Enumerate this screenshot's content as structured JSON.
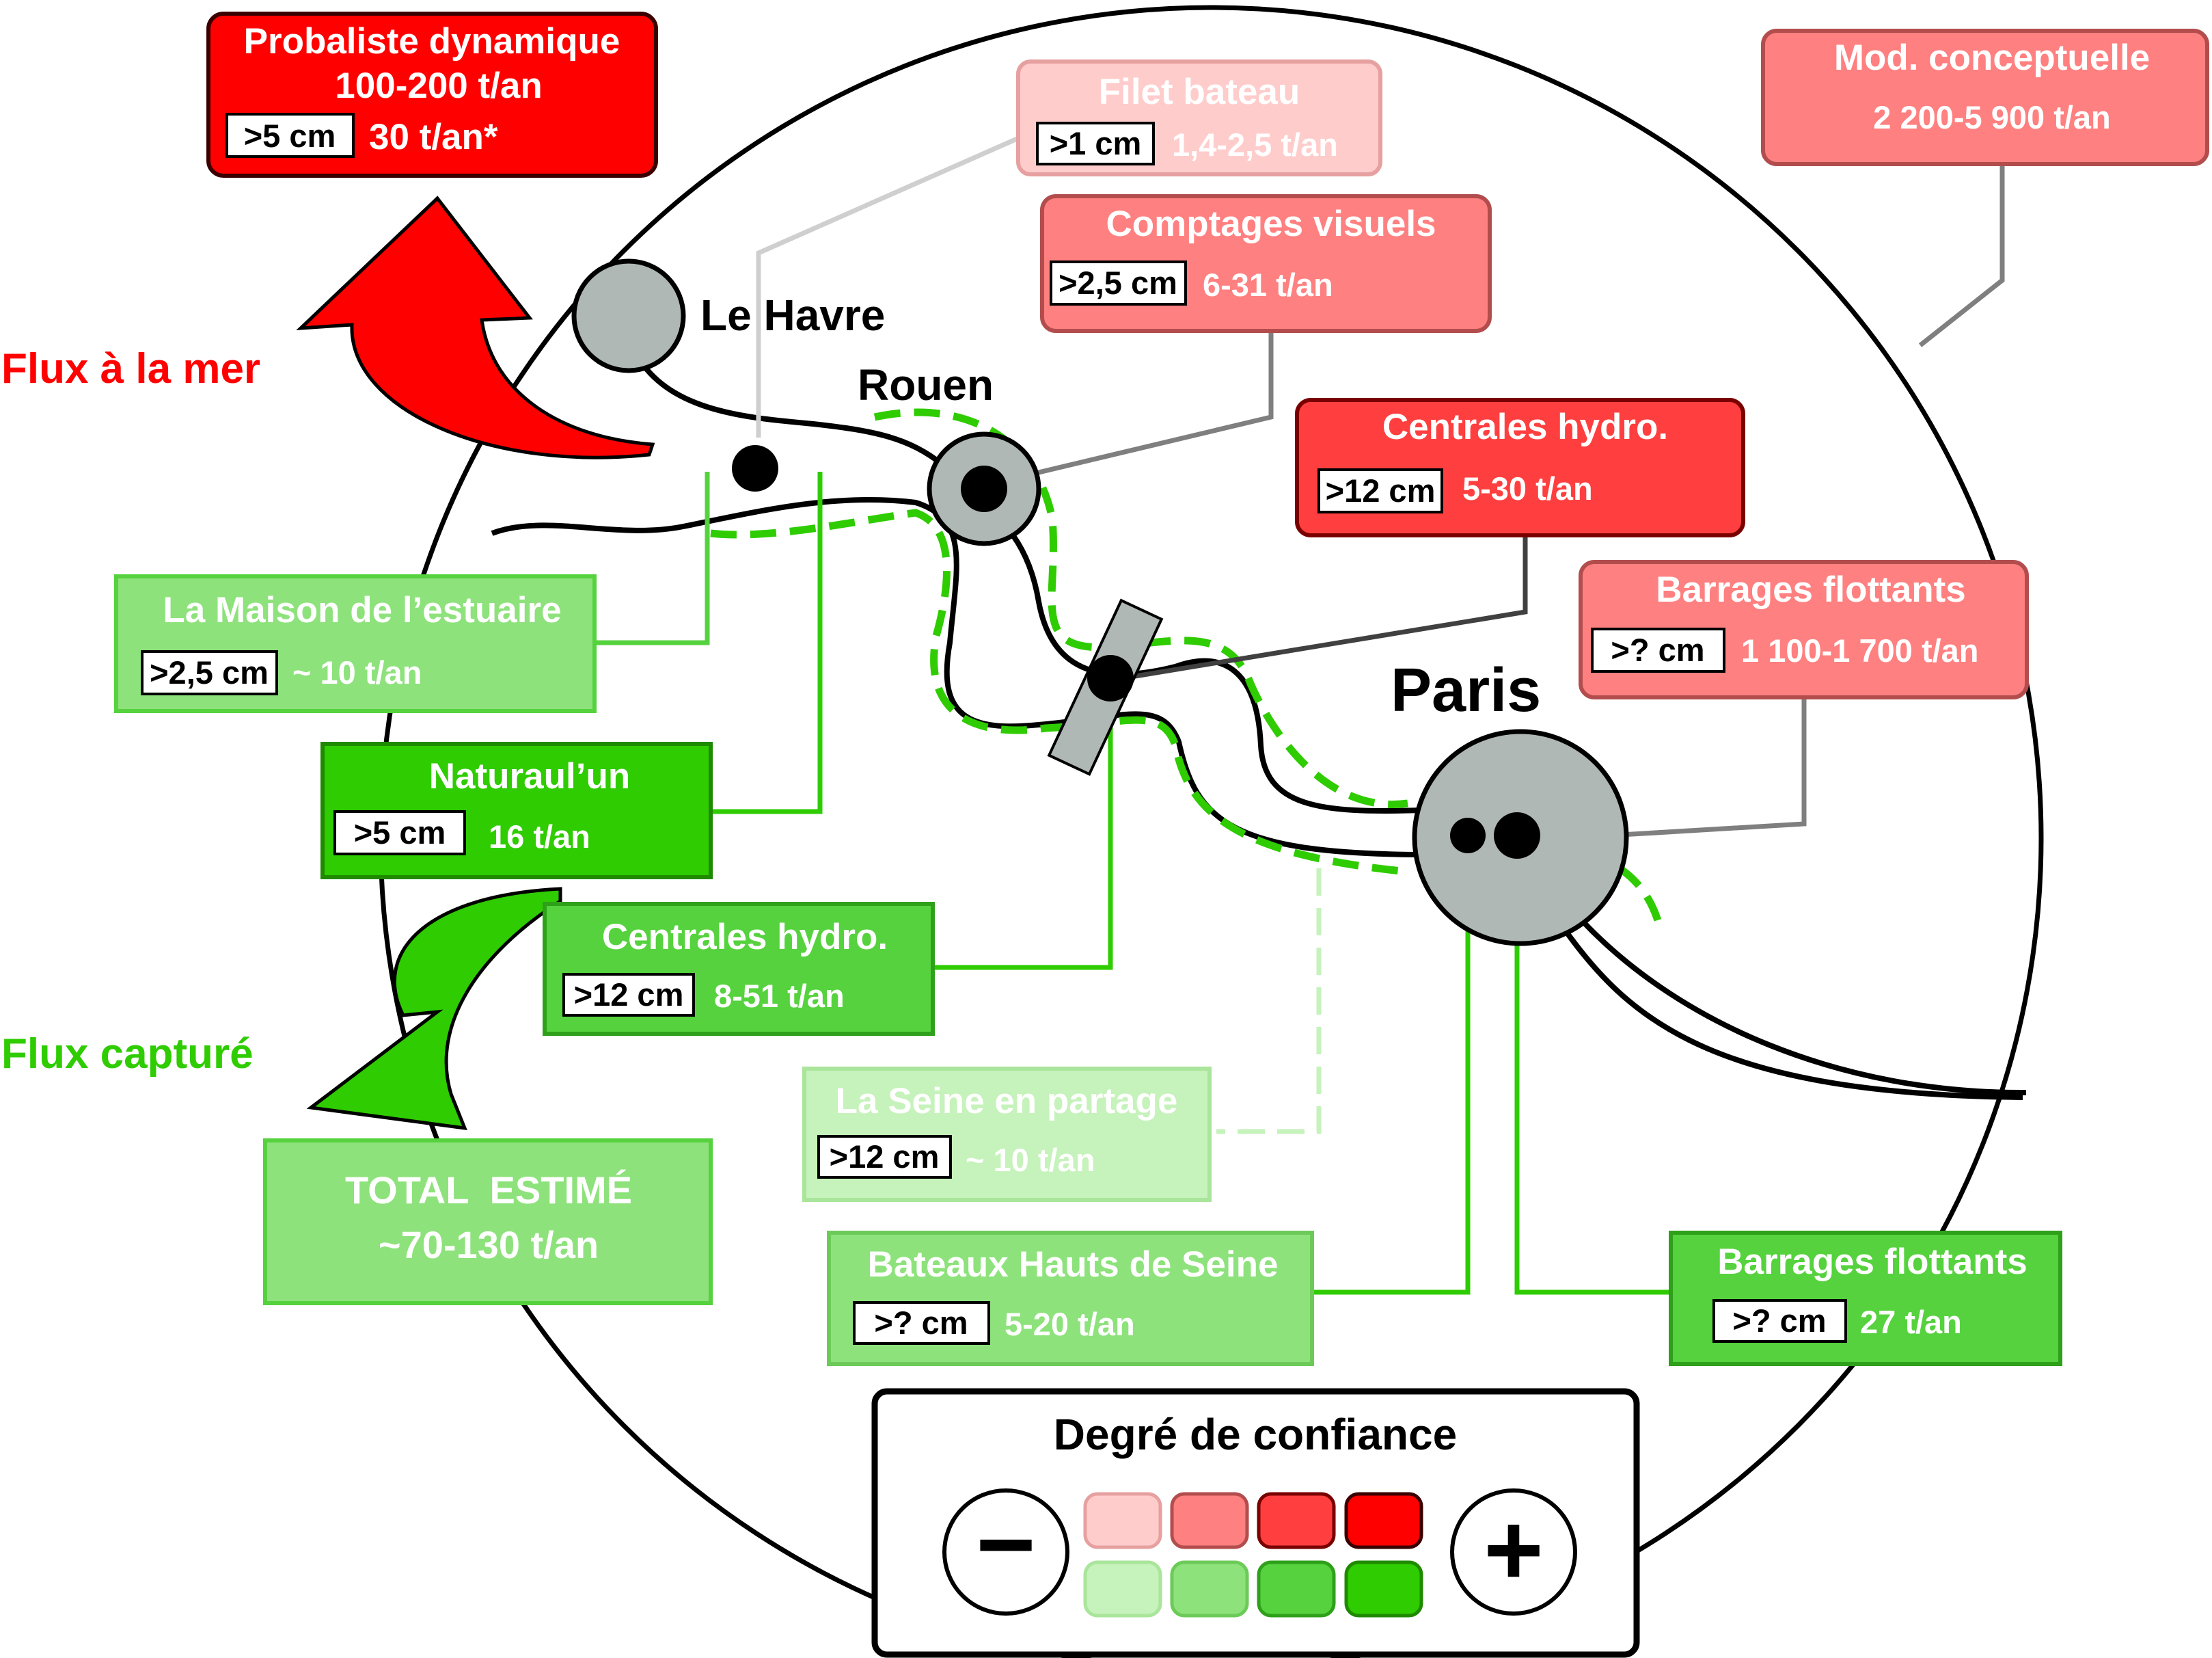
{
  "colors": {
    "red_confidence": [
      "#ffcccc",
      "#ff8080",
      "#ff3f3f",
      "#ff0000"
    ],
    "green_confidence": [
      "#c6f2bb",
      "#8ee27c",
      "#55d23d",
      "#2ecc00"
    ],
    "red_text_light": "#ffffff",
    "river": "#000000",
    "green_dashed_path": "#2ecc00",
    "city_fill": "#b0b8b6",
    "flux_sea": "#ff0000",
    "flux_captured": "#2ecc00"
  },
  "places": {
    "le_havre": "Le Havre",
    "rouen": "Rouen",
    "paris": "Paris"
  },
  "flux": {
    "sea_label": "Flux à la mer",
    "captured_label": "Flux capturé"
  },
  "red_boxes": {
    "probaliste": {
      "title_line1": "Probaliste dynamique",
      "title_line2": "100-200 t/an",
      "size": ">5 cm",
      "value": "30 t/an*",
      "confidence": 4
    },
    "filet_bateau": {
      "title": "Filet bateau",
      "size": ">1 cm",
      "value": "1,4-2,5 t/an",
      "confidence": 1
    },
    "comptages_visuels": {
      "title": "Comptages visuels",
      "size": ">2,5 cm",
      "value": "6-31 t/an",
      "confidence": 2
    },
    "mod_conceptuelle": {
      "title": "Mod. conceptuelle",
      "value": "2 200-5 900 t/an",
      "confidence": 2
    },
    "centrales_hydro": {
      "title": "Centrales hydro.",
      "size": ">12 cm",
      "value": "5-30 t/an",
      "confidence": 3
    },
    "barrages_flottants": {
      "title": "Barrages flottants",
      "size": ">? cm",
      "value": "1 100-1 700 t/an",
      "confidence": 2
    }
  },
  "green_boxes": {
    "maison_estuaire": {
      "title": "La Maison de l’estuaire",
      "size": ">2,5 cm",
      "value": "~ 10 t/an",
      "confidence": 2
    },
    "naturaulun": {
      "title": "Naturaul’un",
      "size": ">5 cm",
      "value": "16 t/an",
      "confidence": 4
    },
    "centrales_hydro": {
      "title": "Centrales hydro.",
      "size": ">12 cm",
      "value": "8-51 t/an",
      "confidence": 3
    },
    "seine_partage": {
      "title": "La Seine en partage",
      "size": ">12 cm",
      "value": "~ 10 t/an",
      "confidence": 1
    },
    "bateaux_hauts_seine": {
      "title": "Bateaux Hauts de Seine",
      "size": ">? cm",
      "value": "5-20 t/an",
      "confidence": 2
    },
    "barrages_flottants": {
      "title": "Barrages flottants",
      "size": ">? cm",
      "value": "27 t/an",
      "confidence": 3
    }
  },
  "total": {
    "line1": "TOTAL  ESTIMÉ",
    "line2": "~70-130 t/an"
  },
  "legend": {
    "title": "Degré de confiance",
    "minus": "−",
    "plus": "+"
  }
}
